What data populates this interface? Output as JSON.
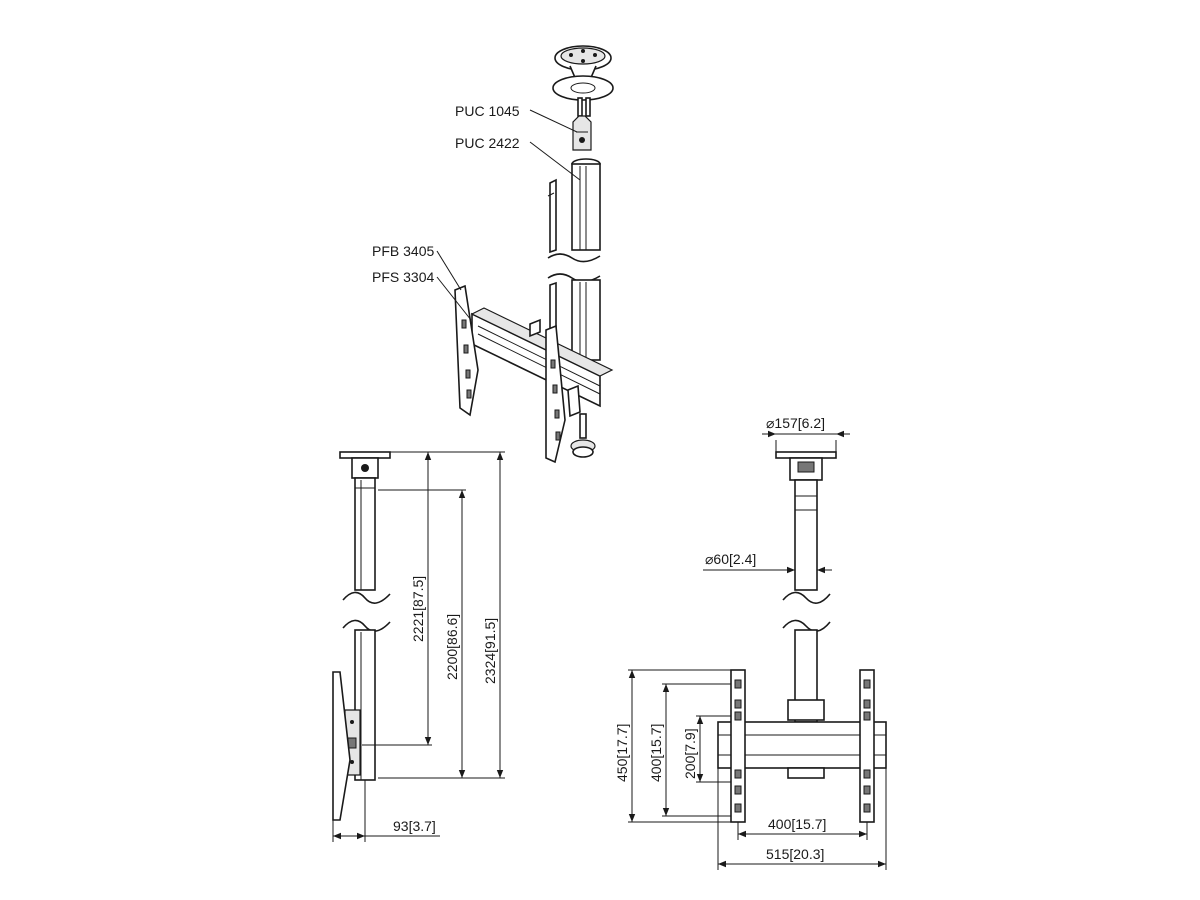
{
  "labels": {
    "puc1045": "PUC 1045",
    "puc2422": "PUC 2422",
    "pfb3405": "PFB 3405",
    "pfs3304": "PFS 3304"
  },
  "dimensions": {
    "d157": "⌀157[6.2]",
    "d60": "⌀60[2.4]",
    "h2221": "2221[87.5]",
    "h2200": "2200[86.6]",
    "h2324": "2324[91.5]",
    "w93": "93[3.7]",
    "h450": "450[17.7]",
    "h400": "400[15.7]",
    "h200": "200[7.9]",
    "w400": "400[15.7]",
    "w515": "515[20.3]"
  }
}
